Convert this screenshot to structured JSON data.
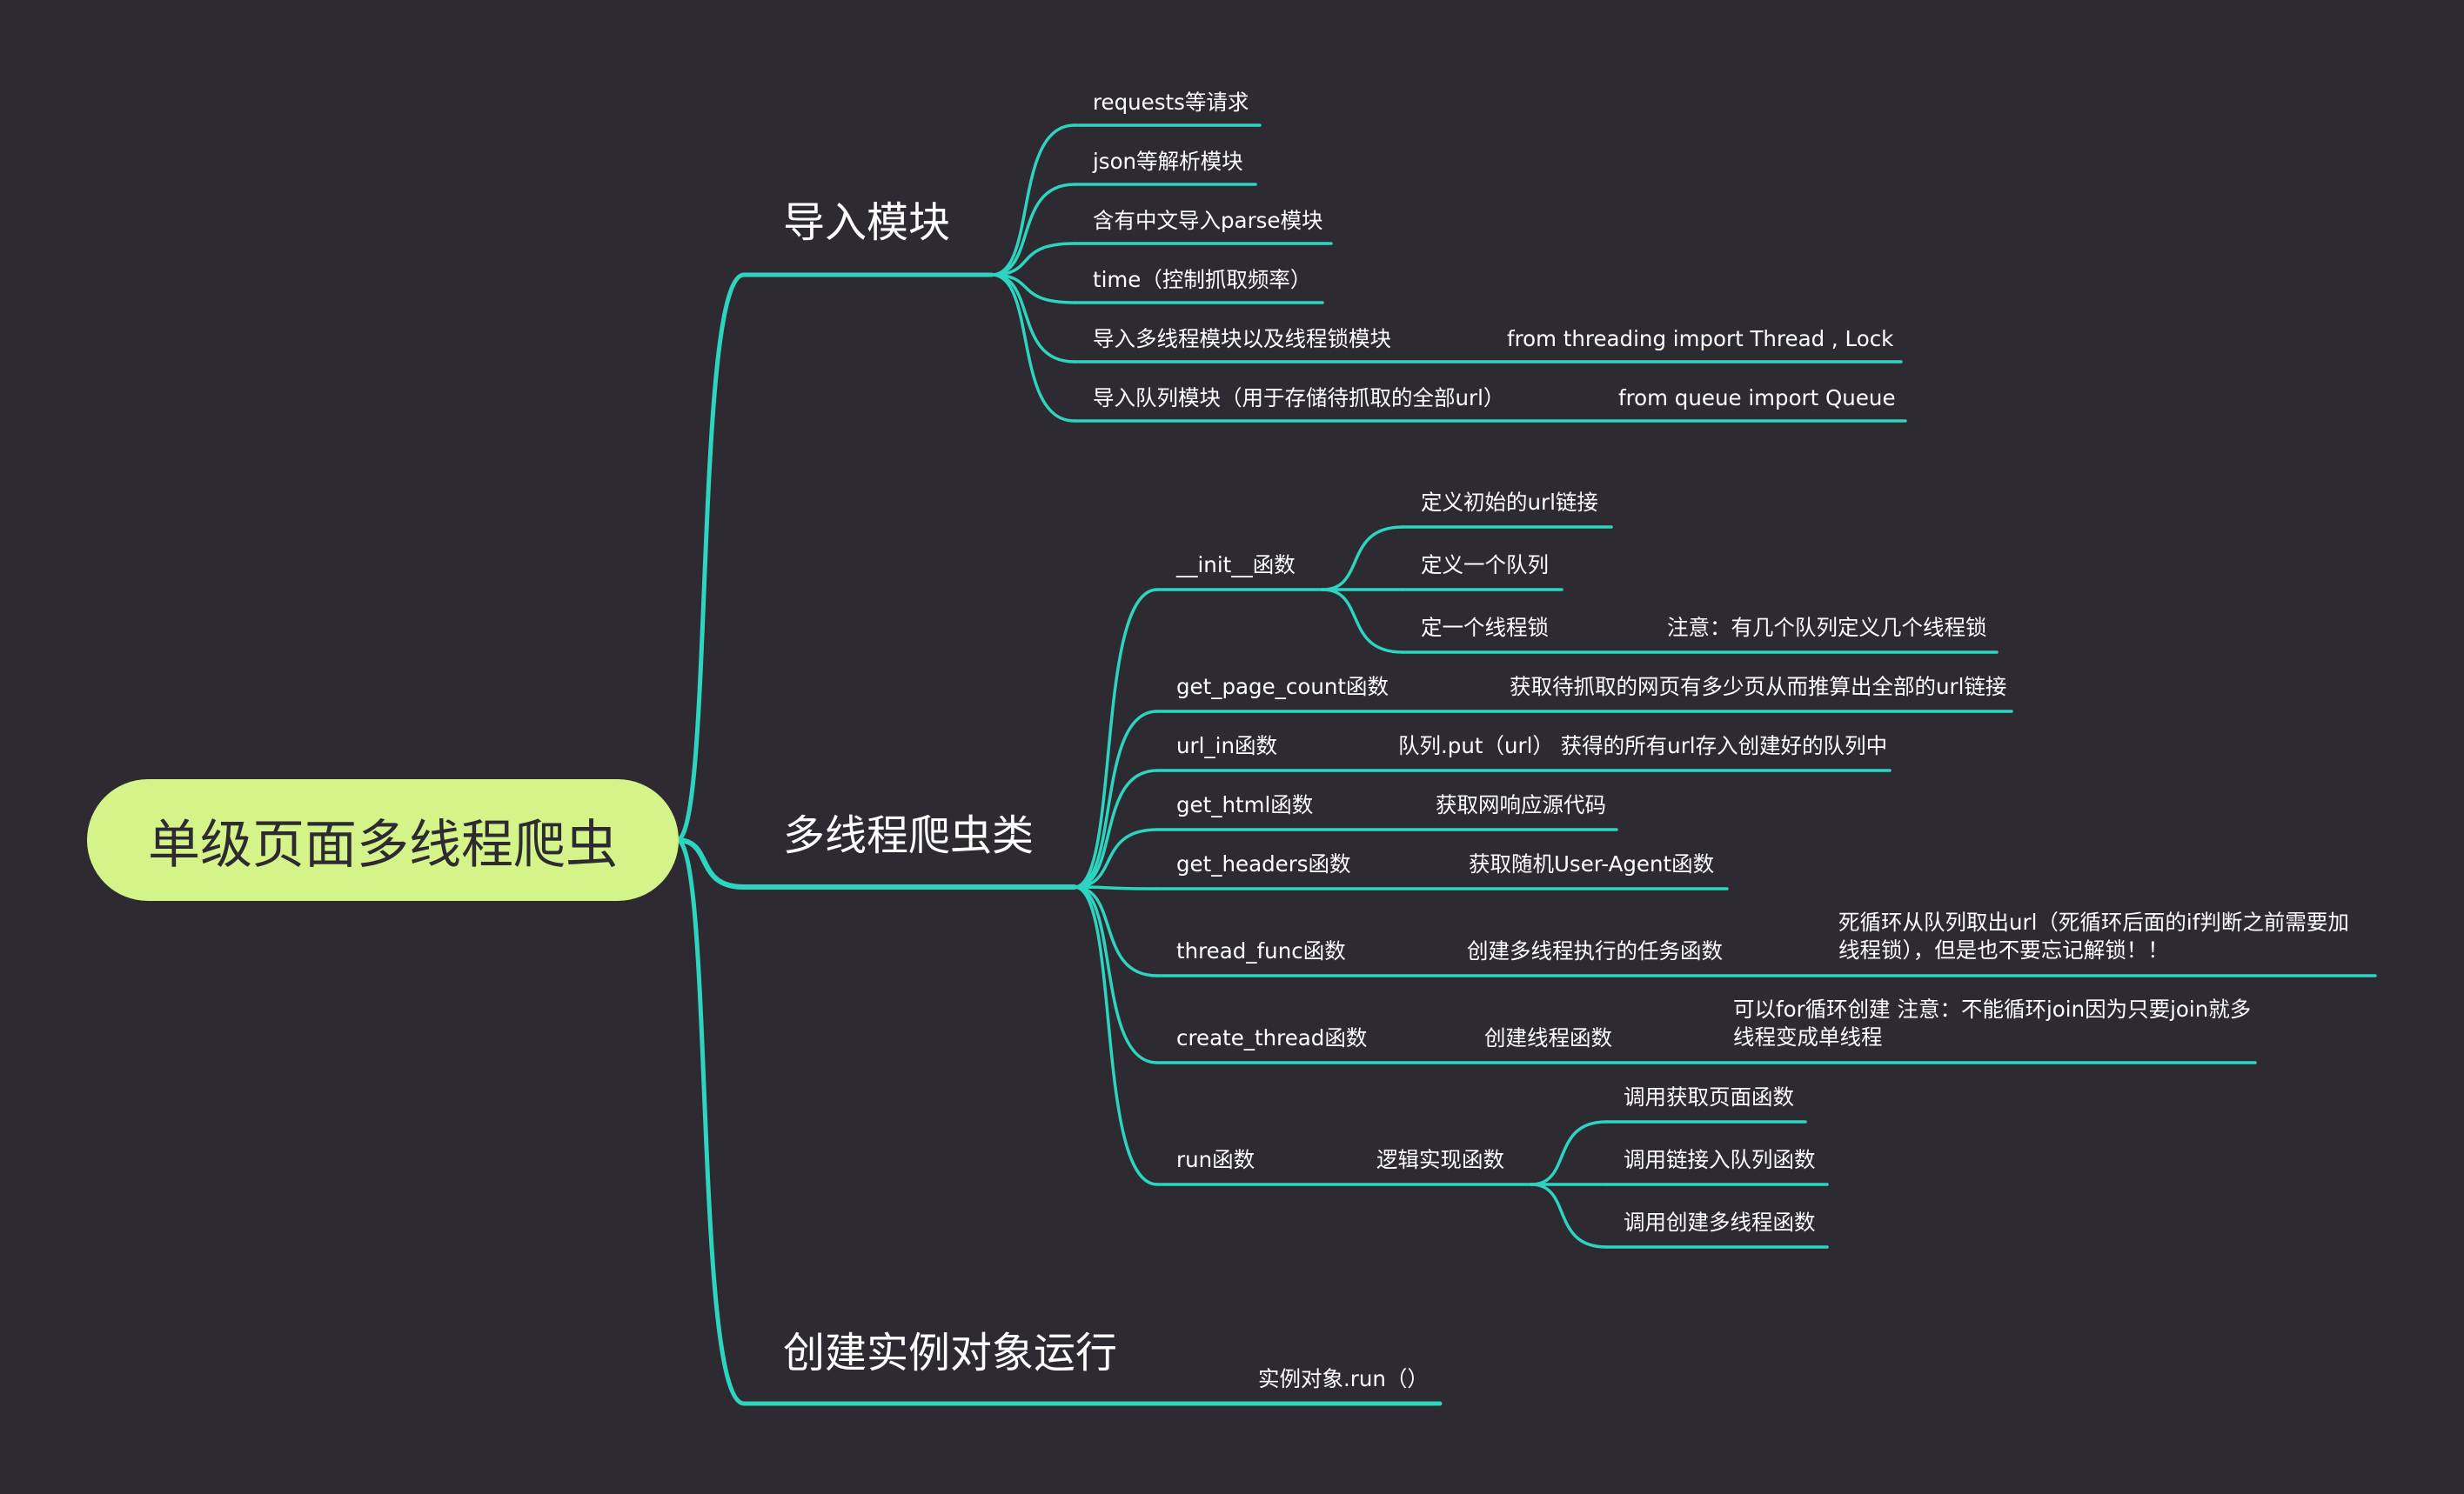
{
  "colors": {
    "background": "#2d2a31",
    "connector": "#2dd4bf",
    "root_fill": "#d4f48a",
    "root_text": "#2d2a31",
    "text": "#ffffff"
  },
  "root": {
    "label": "单级页面多线程爬虫"
  },
  "branches": [
    {
      "label": "导入模块",
      "children": [
        {
          "label": "requests等请求"
        },
        {
          "label": "json等解析模块"
        },
        {
          "label": "含有中文导入parse模块"
        },
        {
          "label": "time（控制抓取频率）"
        },
        {
          "label": "导入多线程模块以及线程锁模块",
          "note": "from threading import  Thread , Lock"
        },
        {
          "label": "导入队列模块（用于存储待抓取的全部url）",
          "note": "from queue import Queue"
        }
      ]
    },
    {
      "label": "多线程爬虫类",
      "children": [
        {
          "label": "__init__函数",
          "children": [
            {
              "label": "定义初始的url链接"
            },
            {
              "label": "定义一个队列"
            },
            {
              "label": "定一个线程锁",
              "note": "注意：有几个队列定义几个线程锁"
            }
          ]
        },
        {
          "label": "get_page_count函数",
          "note": "获取待抓取的网页有多少页从而推算出全部的url链接"
        },
        {
          "label": "url_in函数",
          "note": "队列.put（url） 获得的所有url存入创建好的队列中"
        },
        {
          "label": "get_html函数",
          "note": "获取网响应源代码"
        },
        {
          "label": "get_headers函数",
          "note": "获取随机User-Agent函数"
        },
        {
          "label": "thread_func函数",
          "note": "创建多线程执行的任务函数",
          "note2": "死循环从队列取出url（死循环后面的if判断之前需要加线程锁），但是也不要忘记解锁！！"
        },
        {
          "label": "create_thread函数",
          "note": "创建线程函数",
          "note2": "可以for循环创建 注意：不能循环join因为只要join就多线程变成单线程"
        },
        {
          "label": "run函数",
          "note": "逻辑实现函数",
          "children": [
            {
              "label": "调用获取页面函数"
            },
            {
              "label": "调用链接入队列函数"
            },
            {
              "label": "调用创建多线程函数"
            }
          ]
        }
      ]
    },
    {
      "label": "创建实例对象运行",
      "children": [
        {
          "label": "实例对象.run（）"
        }
      ]
    }
  ]
}
